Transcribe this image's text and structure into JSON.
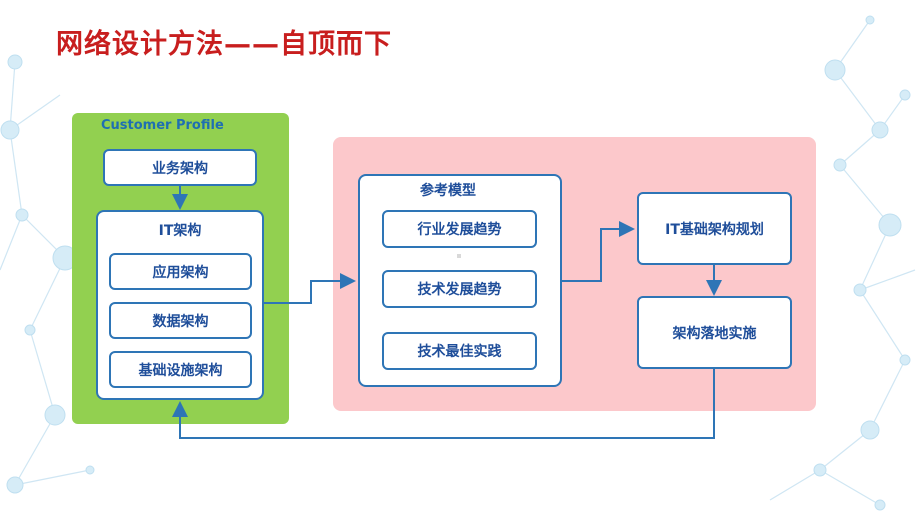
{
  "title": "网络设计方法——自顶而下",
  "customer_profile": {
    "label": "Customer Profile",
    "business_arch": "业务架构",
    "it_arch": {
      "label": "IT架构",
      "items": [
        "应用架构",
        "数据架构",
        "基础设施架构"
      ]
    }
  },
  "reference_model": {
    "label": "参考模型",
    "items": [
      "行业发展趋势",
      "技术发展趋势",
      "技术最佳实践"
    ]
  },
  "it_planning": "IT基础架构规划",
  "implementation": "架构落地实施",
  "colors": {
    "title": "#c81e1e",
    "green_panel": "#92d050",
    "pink_panel": "#fcc8cb",
    "box_border": "#2e75b6",
    "box_text": "#1f4e9a",
    "connector": "#2e75b6"
  }
}
